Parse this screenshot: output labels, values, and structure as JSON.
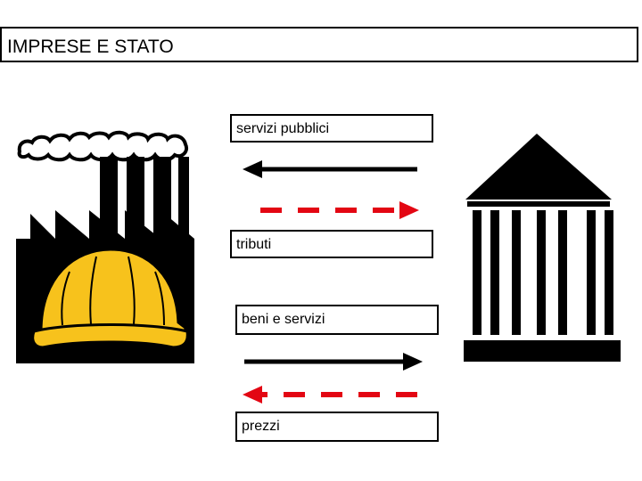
{
  "title": "IMPRESE E STATO",
  "labels": {
    "public_services": "servizi pubblici",
    "taxes": "tributi",
    "goods_services": "beni e servizi",
    "prices": "prezzi"
  },
  "icons": {
    "left": "factory-with-hardhat-icon",
    "right": "government-building-icon"
  },
  "colors": {
    "solid_arrow": "#000000",
    "dashed_arrow": "#e30613",
    "helmet": "#f7c21c",
    "dashed_arrow_head": "#e30613"
  }
}
